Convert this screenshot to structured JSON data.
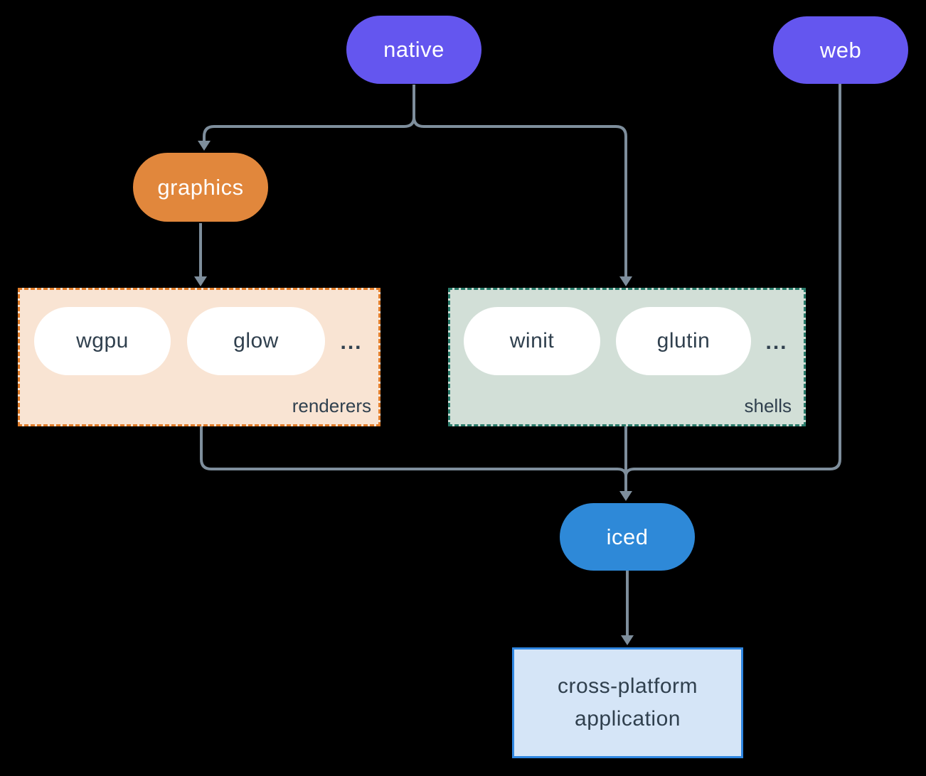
{
  "diagram": {
    "nodes": {
      "native": {
        "label": "native"
      },
      "web": {
        "label": "web"
      },
      "graphics": {
        "label": "graphics"
      },
      "iced": {
        "label": "iced"
      }
    },
    "groups": {
      "renderers": {
        "label": "renderers",
        "items": [
          "wgpu",
          "glow"
        ],
        "ellipsis": "..."
      },
      "shells": {
        "label": "shells",
        "items": [
          "winit",
          "glutin"
        ],
        "ellipsis": "..."
      }
    },
    "app_box": {
      "lines": [
        "cross-platform",
        "application"
      ]
    }
  },
  "colors": {
    "background": "#000000",
    "line": "#7e8e9c",
    "node_purple": "#6456ef",
    "node_orange": "#e1873c",
    "node_blue": "#2e89d8",
    "pill_white": "#ffffff",
    "text_light": "#ffffff",
    "text_dark": "#30404e",
    "renderers_bg": "#f9e4d3",
    "renderers_border": "#e17d2a",
    "shells_bg": "#d2dfd7",
    "shells_border": "#2a7c6b",
    "app_bg": "#d5e5f7",
    "app_border": "#2f86e1"
  }
}
